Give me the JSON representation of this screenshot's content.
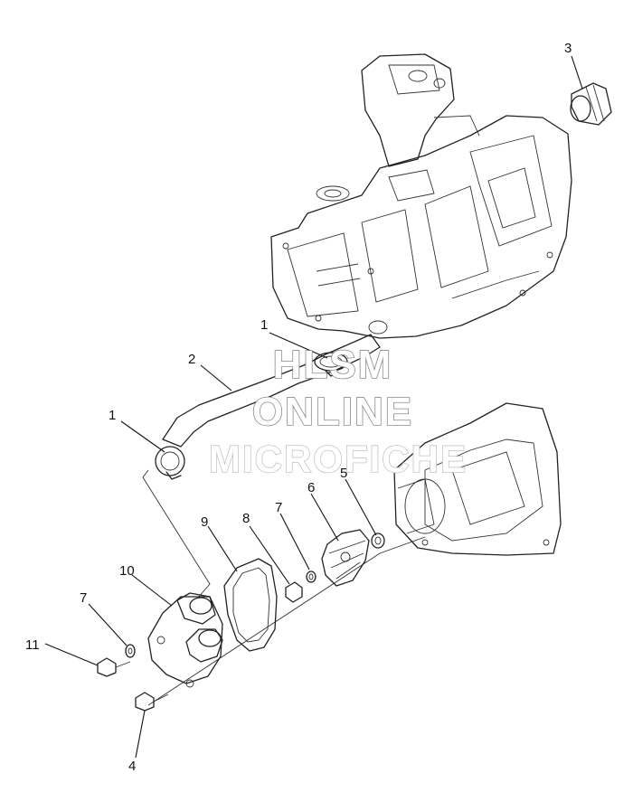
{
  "callouts": [
    {
      "id": "c3",
      "text": "3"
    },
    {
      "id": "c1a",
      "text": "1"
    },
    {
      "id": "c2",
      "text": "2"
    },
    {
      "id": "c1b",
      "text": "1"
    },
    {
      "id": "c6",
      "text": "6"
    },
    {
      "id": "c5",
      "text": "5"
    },
    {
      "id": "c9",
      "text": "9"
    },
    {
      "id": "c8",
      "text": "8"
    },
    {
      "id": "c7a",
      "text": "7"
    },
    {
      "id": "c10",
      "text": "10"
    },
    {
      "id": "c7b",
      "text": "7"
    },
    {
      "id": "c11",
      "text": "11"
    },
    {
      "id": "c4",
      "text": "4"
    }
  ],
  "watermark": {
    "line1": "HLSM",
    "line2": "ONLINE",
    "line3": "MICROFICHE"
  }
}
